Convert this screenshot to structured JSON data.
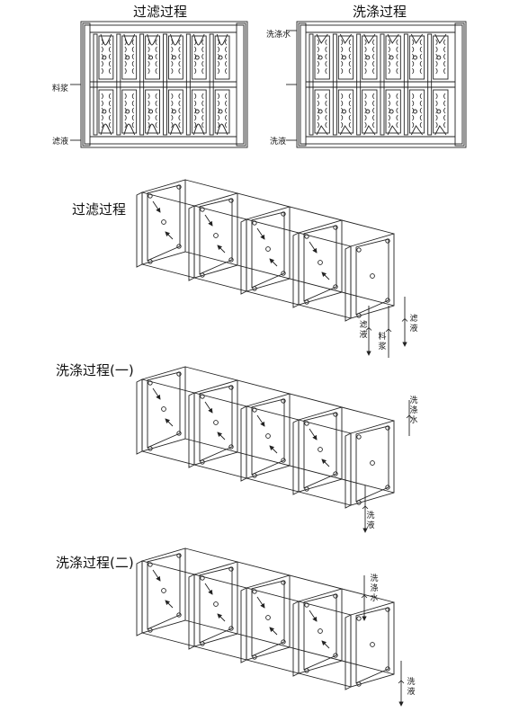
{
  "top_diagrams": {
    "filtration_title": "过滤过程",
    "washing_title": "洗涤过程",
    "left_labels": {
      "slurry": "料浆",
      "filtrate": "滤液"
    },
    "right_labels": {
      "wash_water": "洗涤水",
      "wash_liquid": "洗液"
    }
  },
  "section1": {
    "title": "过滤过程",
    "labels": {
      "filtrate_left": "滤液",
      "slurry": "料浆",
      "filtrate_right": "滤液"
    }
  },
  "section2": {
    "title": "洗涤过程(一)",
    "labels": {
      "wash_water": "洗涤水",
      "wash_liquid": "洗液"
    }
  },
  "section3": {
    "title": "洗涤过程(二)",
    "labels": {
      "wash_water": "洗涤水",
      "wash_liquid": "洗液"
    }
  }
}
